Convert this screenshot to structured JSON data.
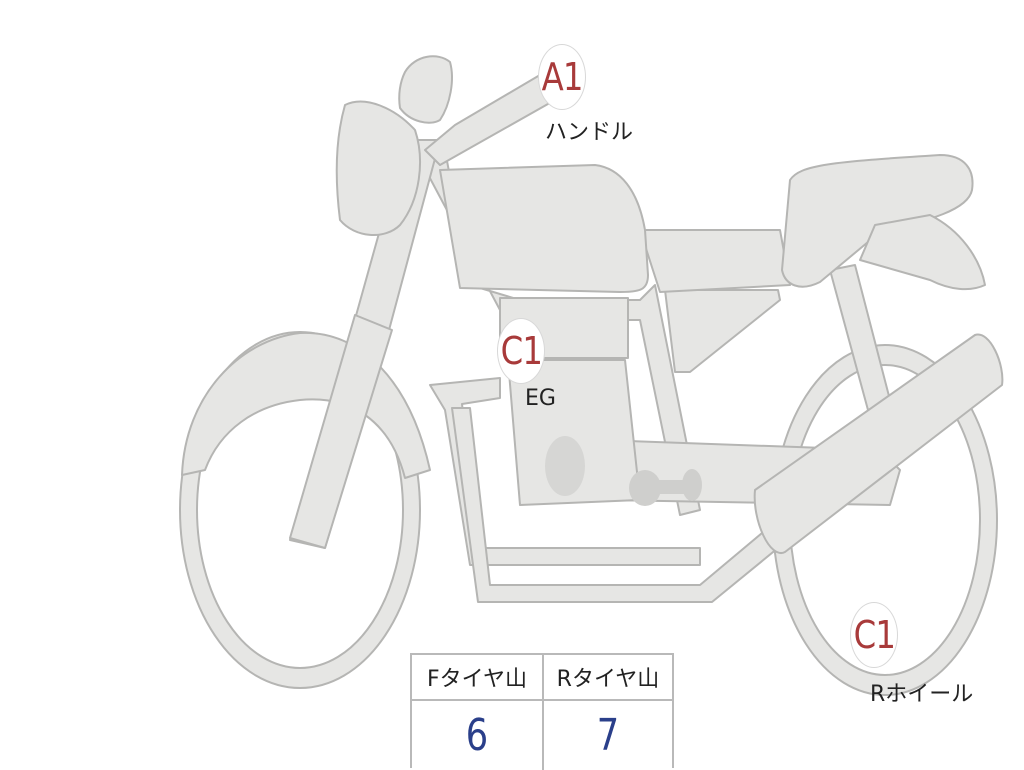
{
  "markers": [
    {
      "code": "A1",
      "label": "ハンドル"
    },
    {
      "code": "C1",
      "label": "EG"
    },
    {
      "code": "C1",
      "label": "Rホイール"
    }
  ],
  "tread_table": {
    "front_header": "Fタイヤ山",
    "rear_header": "Rタイヤ山",
    "front_value": "6",
    "rear_value": "7"
  },
  "colors": {
    "body_fill": "#e6e6e4",
    "outline": "#b5b5b3",
    "marker_text": "#a83a3a",
    "value_text": "#2a3f8a"
  }
}
